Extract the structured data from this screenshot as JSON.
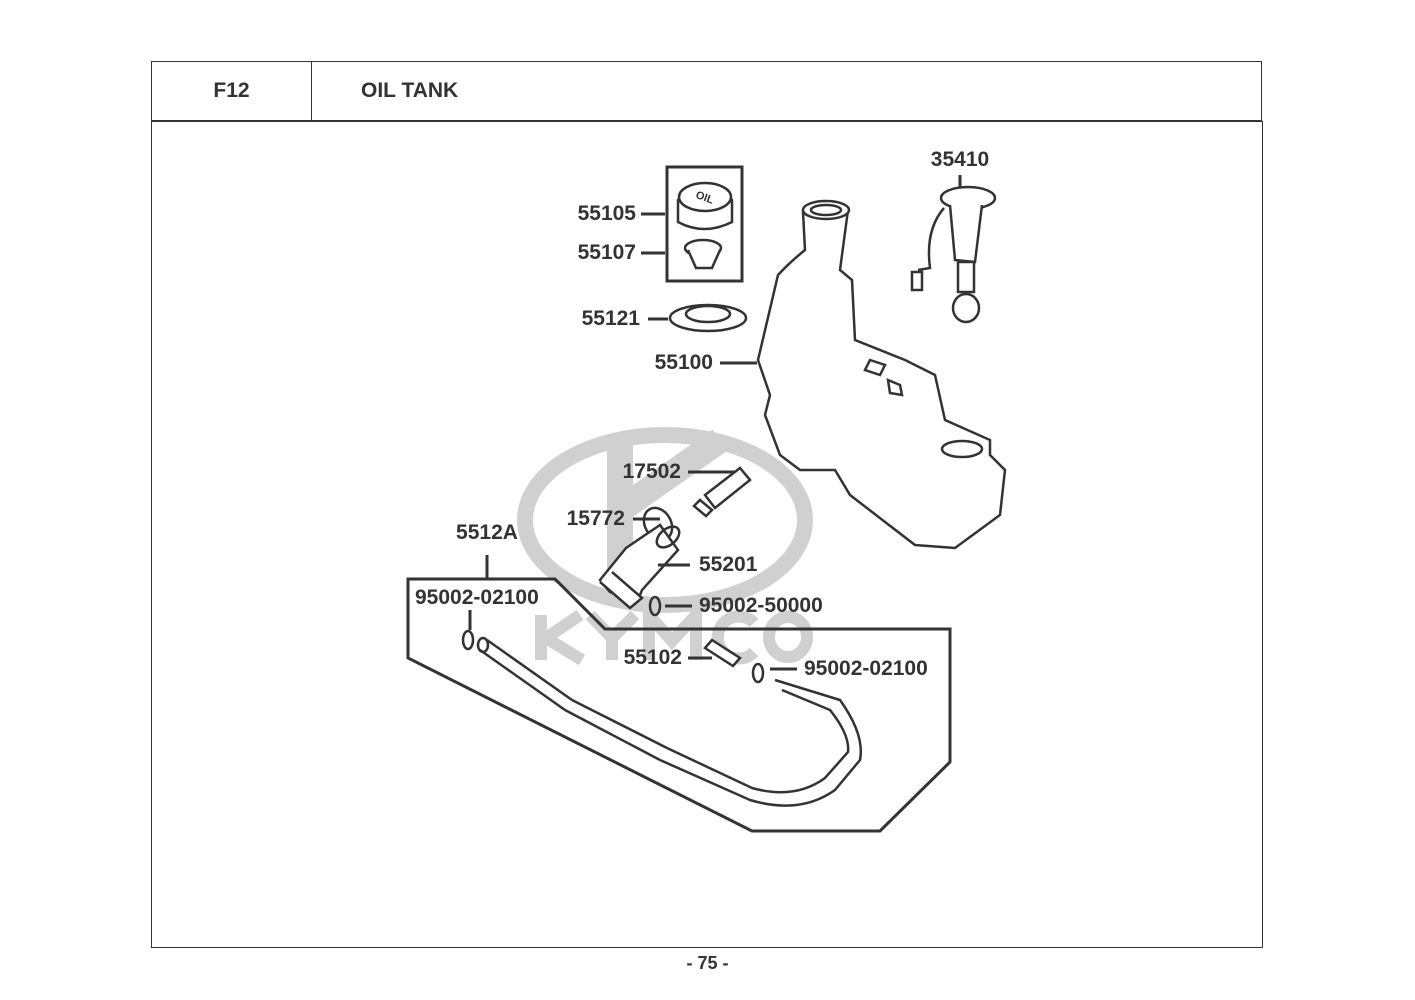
{
  "header": {
    "section_code": "F12",
    "section_title": "OIL TANK"
  },
  "watermark": {
    "logo_text": "KYMCO"
  },
  "parts": {
    "p35410": "35410",
    "p55105": "55105",
    "p55107": "55107",
    "p55121": "55121",
    "p55100": "55100",
    "p17502": "17502",
    "p15772": "15772",
    "p5512A": "5512A",
    "p55201": "55201",
    "p95002_02100_a": "95002-02100",
    "p95002_50000": "95002-50000",
    "p55102": "55102",
    "p95002_02100_b": "95002-02100"
  },
  "cap_label": "OIL",
  "footer": {
    "page_number": "- 75 -"
  }
}
